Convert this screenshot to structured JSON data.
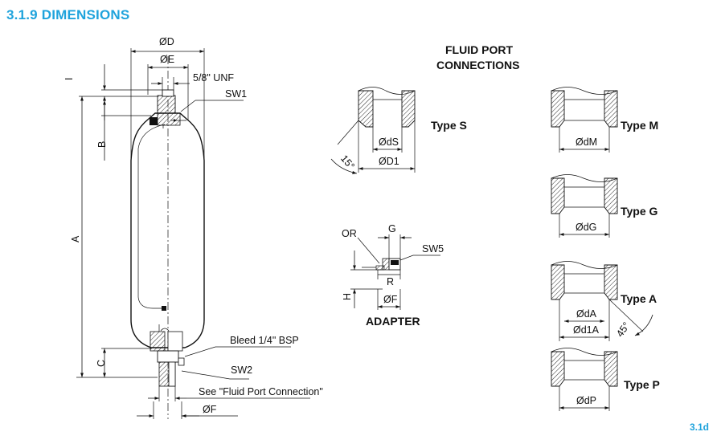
{
  "heading": "3.1.9 DIMENSIONS",
  "figure_ref": "3.1d",
  "section_title": [
    "FLUID PORT",
    "CONNECTIONS"
  ],
  "accumulator": {
    "dim_D": "ØD",
    "dim_E": "ØE",
    "thread": "5/8\" UNF",
    "sw1": "SW1",
    "dim_I": "I",
    "dim_B": "B",
    "dim_A": "A",
    "dim_C": "C",
    "bleed": "Bleed 1/4\" BSP",
    "sw2": "SW2",
    "see_note": "See \"Fluid Port Connection\"",
    "dim_F": "ØF"
  },
  "type_s": {
    "name": "Type S",
    "dS": "ØdS",
    "D1": "ØD1",
    "angle": "15°"
  },
  "adapter": {
    "title": "ADAPTER",
    "or": "OR",
    "g": "G",
    "sw5": "SW5",
    "r": "R",
    "h": "H",
    "f": "ØF"
  },
  "type_m": {
    "name": "Type M",
    "d": "ØdM"
  },
  "type_g": {
    "name": "Type G",
    "d": "ØdG"
  },
  "type_a": {
    "name": "Type A",
    "d": "ØdA",
    "d1": "Ød1A",
    "angle": "45°"
  },
  "type_p": {
    "name": "Type P",
    "d": "ØdP"
  }
}
